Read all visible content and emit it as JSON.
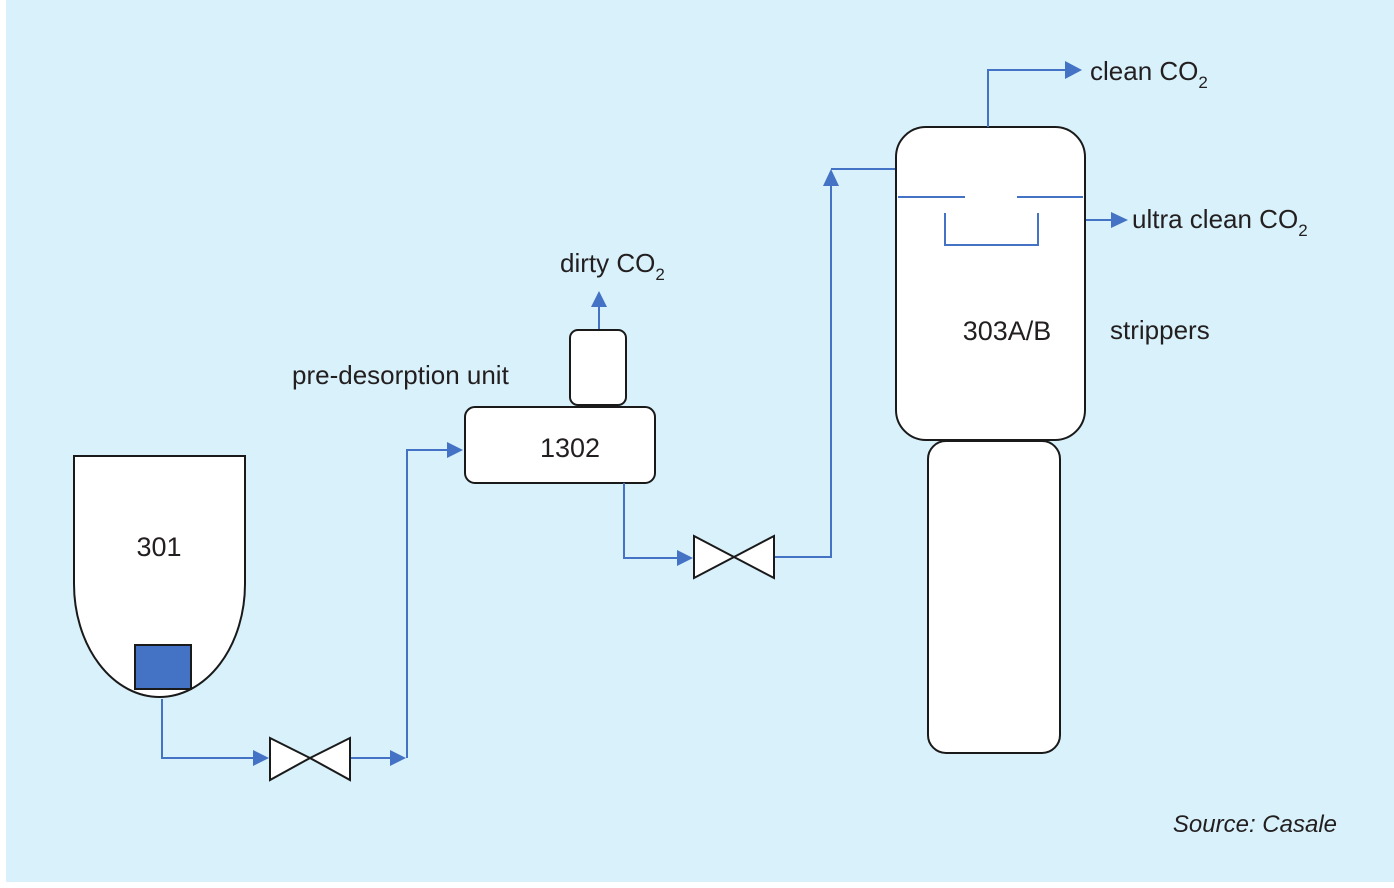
{
  "colors": {
    "background": "#d8f1fa",
    "pipe": "#4472c4",
    "pump_block": "#4472c4",
    "equipment_fill": "#ffffff",
    "equipment_outline": "#1a1a1a",
    "text": "#231f20"
  },
  "equipment": {
    "vessel_301": {
      "id": "301"
    },
    "unit_1302": {
      "id": "1302",
      "label": "pre-desorption unit"
    },
    "stripper_303": {
      "id": "303A/B",
      "label": "strippers"
    }
  },
  "streams": {
    "dirty": {
      "text": "dirty CO",
      "sub": "2"
    },
    "clean": {
      "text": "clean CO",
      "sub": "2"
    },
    "ultra_clean": {
      "text": "ultra clean CO",
      "sub": "2"
    }
  },
  "source": "Source: Casale"
}
